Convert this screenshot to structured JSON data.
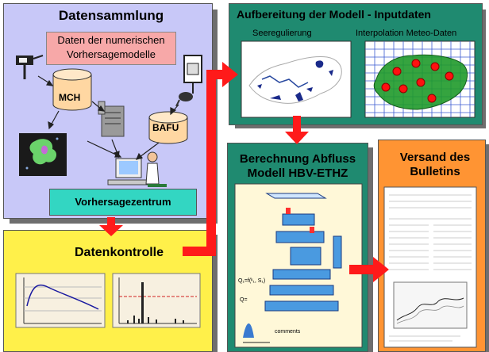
{
  "colors": {
    "collection_bg": "#c8c8f8",
    "control_bg": "#fff04a",
    "input_bg": "#1f8a70",
    "computation_bg": "#1f8a70",
    "bulletin_bg": "#ff9433",
    "arrow": "#ff1a1a",
    "vhz_bg": "#33d6c2",
    "source_bg": "#f7a8a8",
    "cyl_bg": "#ffd7a2"
  },
  "collection": {
    "title": "Datensammlung",
    "source_line1": "Daten der numerischen",
    "source_line2": "Vorhersagemodelle",
    "mch": "MCH",
    "bafu": "BAFU",
    "center": "Vorhersagezentrum"
  },
  "control": {
    "title": "Datenkontrolle"
  },
  "input": {
    "title": "Aufbereitung der Modell - Inputdaten",
    "sub_left": "Seeregulierung",
    "sub_right": "Interpolation Meteo-Daten"
  },
  "computation": {
    "title_line1": "Berechnung Abfluss",
    "title_line2": "Modell HBV-ETHZ"
  },
  "bulletin": {
    "title_line1": "Versand des",
    "title_line2": "Bulletins"
  },
  "icons": [
    "antenna-icon",
    "database-cylinder-icon",
    "server-icon",
    "gauge-icon",
    "satellite-dish-icon",
    "radar-image-icon",
    "workstation-icon",
    "switzerland-map-icon",
    "meteo-grid-icon",
    "model-scheme-icon",
    "bulletin-document-icon",
    "arrow-icon"
  ]
}
